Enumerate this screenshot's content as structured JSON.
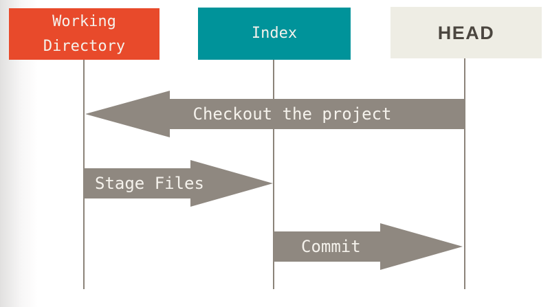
{
  "colors": {
    "working_directory_box": "#e84a2b",
    "index_box": "#00939a",
    "head_box": "#eeede4",
    "box_text": "#f5f2ec",
    "head_text": "#4b463f",
    "arrow": "#8f8880",
    "arrow_text": "#f5f2ec",
    "lifeline": "#8b8379"
  },
  "columns": [
    {
      "label": "Working Directory"
    },
    {
      "label": "Index"
    },
    {
      "label": "HEAD"
    }
  ],
  "arrows": [
    {
      "label": "Checkout the project",
      "from": "HEAD",
      "to": "Working Directory",
      "direction": "left"
    },
    {
      "label": "Stage Files",
      "from": "Working Directory",
      "to": "Index",
      "direction": "right"
    },
    {
      "label": "Commit",
      "from": "Index",
      "to": "HEAD",
      "direction": "right"
    }
  ]
}
